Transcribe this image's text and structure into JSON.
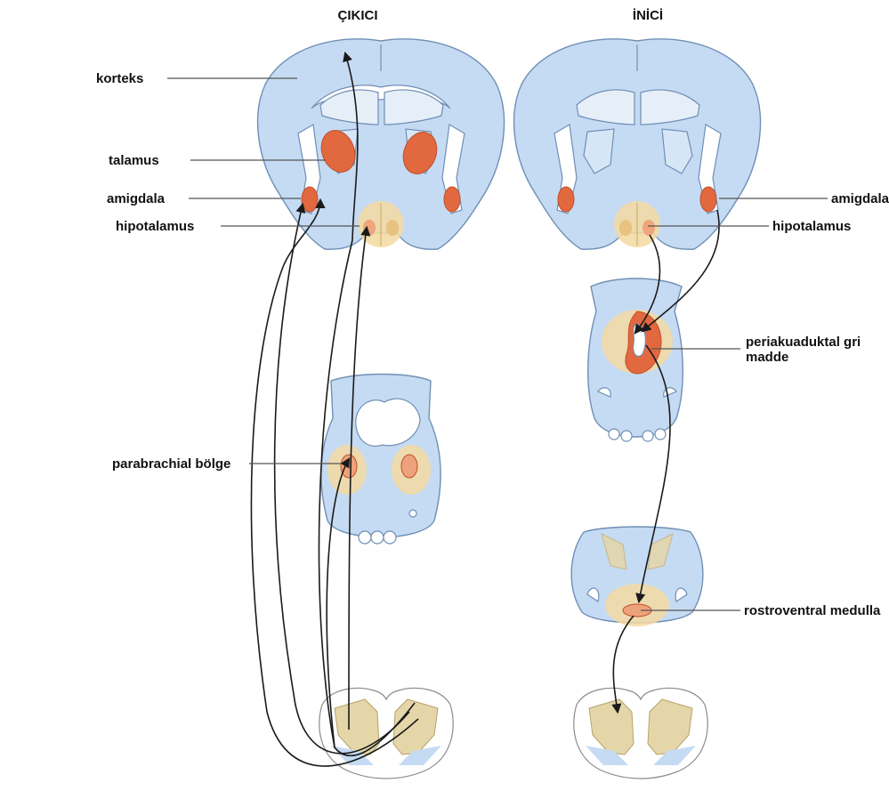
{
  "titles": {
    "ascending": "ÇIKICI",
    "descending": "İNİCİ"
  },
  "labels": {
    "korteks": "korteks",
    "talamus": "talamus",
    "amigdala_left": "amigdala",
    "hipotalamus_left": "hipotalamus",
    "parabrachial": "parabrachial bölge",
    "amigdala_right": "amigdala",
    "hipotalamus_right": "hipotalamus",
    "pag_line1": "periakuaduktal gri",
    "pag_line2": "madde",
    "rvm": "rostroventral medulla"
  },
  "colors": {
    "tissue": "#c5dbf3",
    "nucleus": "#e2683f",
    "halo": "#f3d9a1",
    "gray_matter": "#e4d6a8"
  }
}
